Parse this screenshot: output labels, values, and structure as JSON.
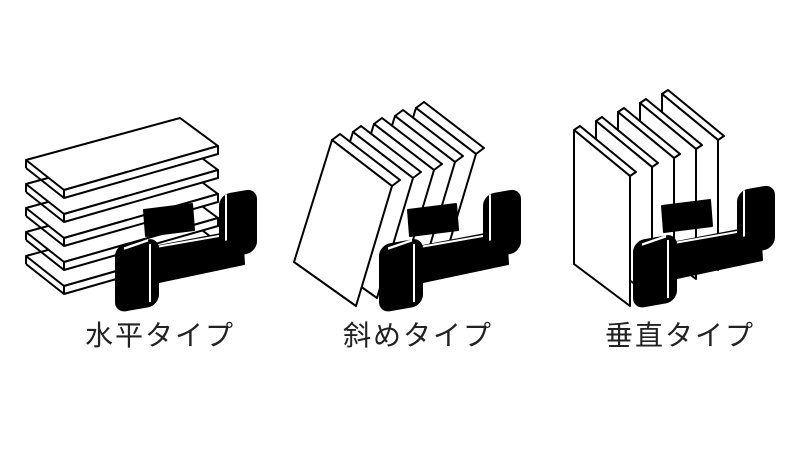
{
  "panels": [
    {
      "id": "horizontal",
      "label": "水平タイプ"
    },
    {
      "id": "diagonal",
      "label": "斜めタイプ"
    },
    {
      "id": "vertical",
      "label": "垂直タイプ"
    }
  ],
  "colors": {
    "ink": "#000000",
    "paper": "#ffffff",
    "text": "#222222"
  },
  "icons": [
    "phone-holder-clip-icon",
    "card-stack-icon"
  ]
}
